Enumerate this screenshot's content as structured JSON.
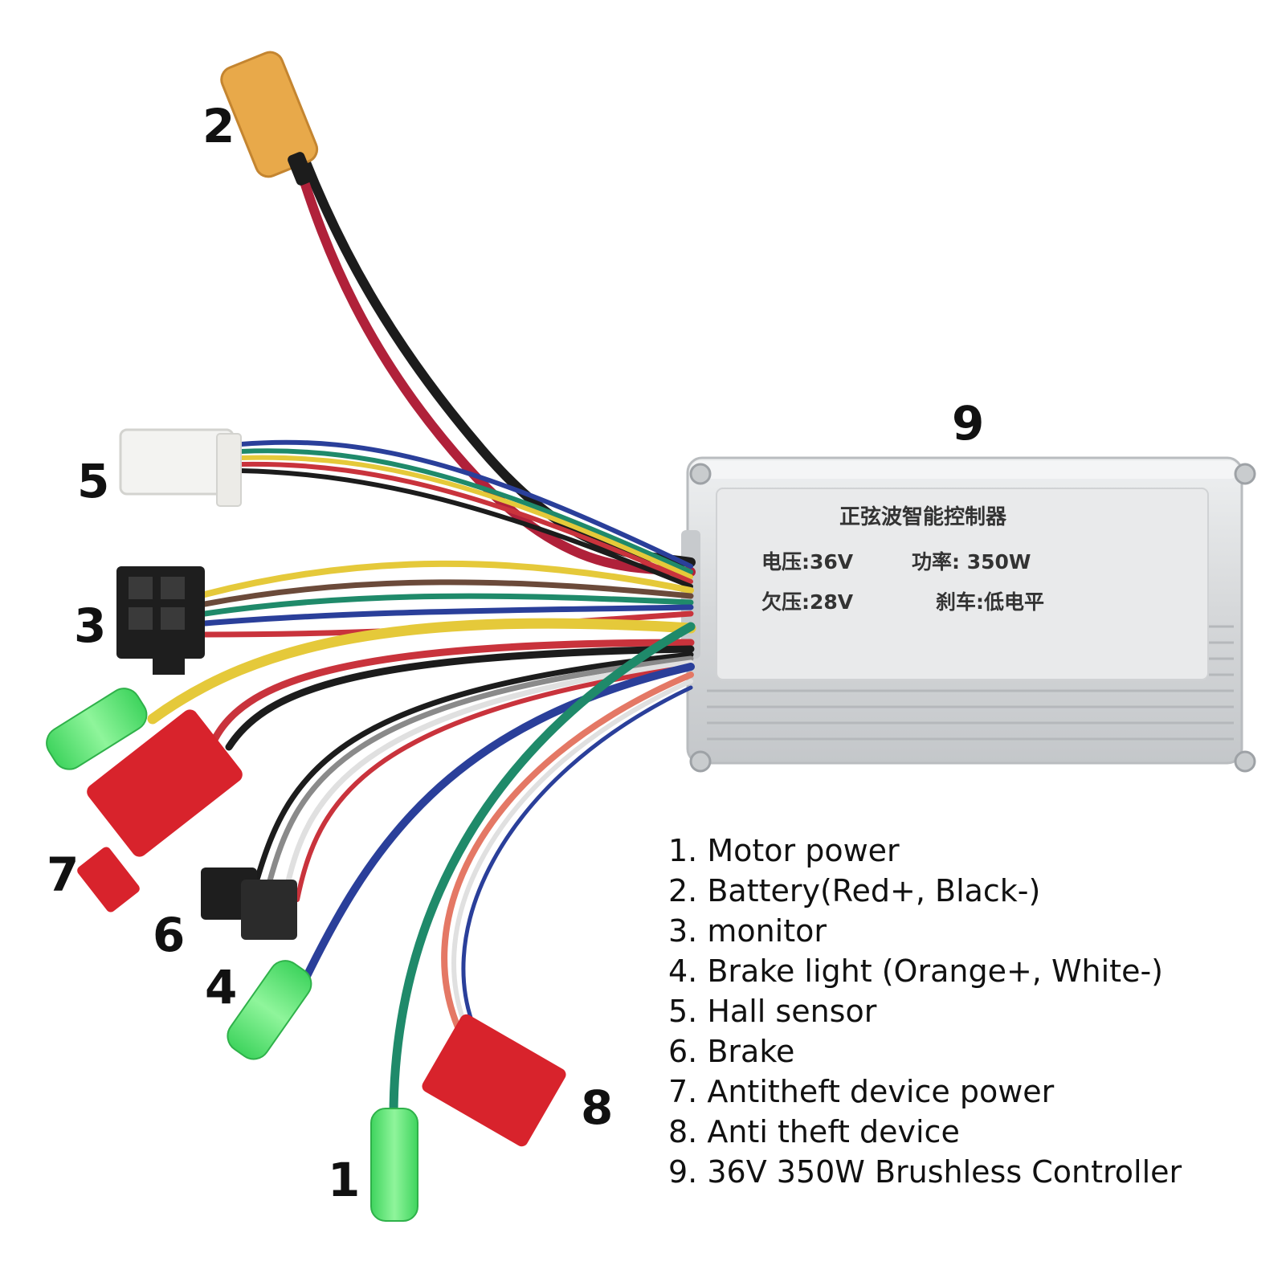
{
  "callouts": {
    "n1": "1",
    "n2": "2",
    "n3": "3",
    "n4": "4",
    "n5": "5",
    "n6": "6",
    "n7": "7",
    "n8": "8",
    "n9": "9"
  },
  "legend": [
    "1. Motor power",
    "2. Battery(Red+, Black-)",
    "3. monitor",
    "4. Brake light (Orange+, White-)",
    "5. Hall sensor",
    "6. Brake",
    "7. Antitheft device power",
    "8. Anti theft device",
    "9. 36V 350W Brushless Controller"
  ],
  "controller_label": {
    "title": "正弦波智能控制器",
    "voltage": "电压:36V",
    "power": "功率: 350W",
    "undervoltage": "欠压:28V",
    "brake": "刹车:低电平"
  },
  "colors": {
    "wire_red": "#b0213a",
    "wire_black": "#1c1c1c",
    "wire_yellow": "#e5c93a",
    "wire_blue": "#2a3f9a",
    "wire_green": "#1f8a6a",
    "connector_red": "#d8232c",
    "connector_orange": "#e8a94a",
    "connector_green": "#5fe07a",
    "housing": "#d9dbdd"
  }
}
